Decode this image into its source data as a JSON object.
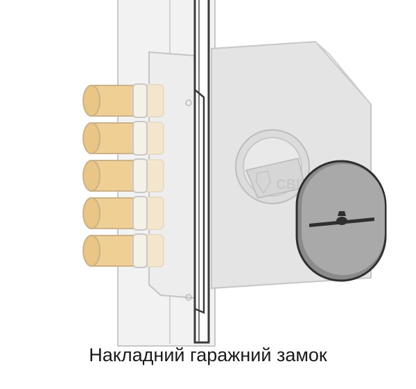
{
  "caption": "Накладний гаражний замок",
  "watermark": "СВІТ ЗАМКІВ",
  "bolt_count": 5,
  "colors": {
    "background": "#ffffff",
    "panel": "#ececec",
    "lock_body": "#e2e2e2",
    "bolt": "#f0cf95",
    "bolt_shadow": "#f4e6cc",
    "outline": "#3a3a3a",
    "escutcheon": "#6e6e6e"
  },
  "icons": {
    "keyhole": "keyhole-icon",
    "watermark_logo": "shield-logo-icon"
  }
}
